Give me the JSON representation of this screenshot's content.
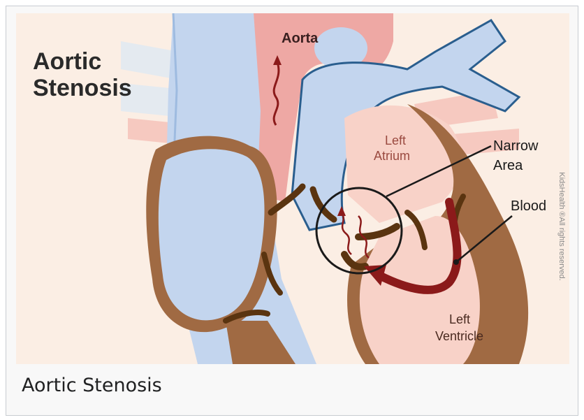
{
  "figure": {
    "title_line1": "Aortic",
    "title_line2": "Stenosis",
    "labels": {
      "aorta": "Aorta",
      "left_atrium_1": "Left",
      "left_atrium_2": "Atrium",
      "narrow_area_1": "Narrow",
      "narrow_area_2": "Area",
      "blood": "Blood",
      "left_ventricle_1": "Left",
      "left_ventricle_2": "Ventricle"
    },
    "credit": "KidsHealth ®All rights reserved."
  },
  "caption": "Aortic Stenosis",
  "colors": {
    "background": "#fbeee4",
    "vein_blue": "#c3d5ee",
    "vein_blue_dark": "#7fa7d8",
    "aorta_pink": "#eea8a4",
    "muscle_brown": "#a06a43",
    "valve_brown": "#5a3410",
    "blood_red": "#8b1a1a",
    "chamber_pink": "#f8d2c8"
  }
}
